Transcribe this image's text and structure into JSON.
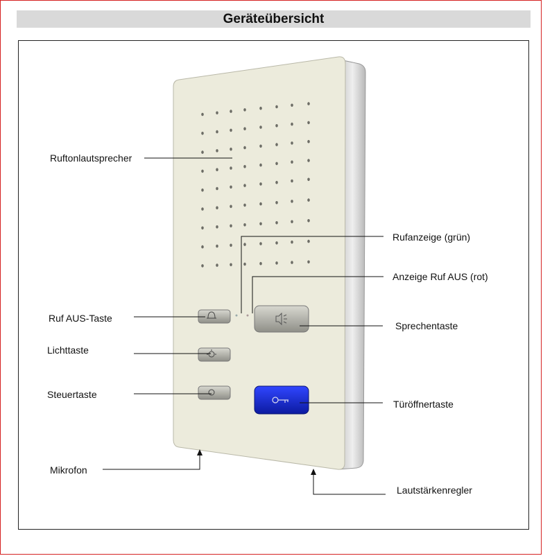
{
  "title": "Geräteübersicht",
  "labels": {
    "ruftonlautsprecher": "Ruftonlautsprecher",
    "rufanzeige": "Rufanzeige (grün)",
    "anzeige_ruf_aus": "Anzeige Ruf AUS (rot)",
    "ruf_aus_taste": "Ruf AUS-Taste",
    "sprechentaste": "Sprechentaste",
    "lichttaste": "Lichttaste",
    "steuertaste": "Steuertaste",
    "tueroeffnertaste": "Türöffnertaste",
    "mikrofon": "Mikrofon",
    "lautstaerkenregler": "Lautstärkenregler"
  },
  "colors": {
    "frame": "#d42020",
    "title_bar": "#d9d9d9",
    "device_face": "#ecebdc",
    "device_side": "#d6d6d6",
    "door_button": "#1a2fd6"
  },
  "icons": {
    "ruf_aus": "bell-icon",
    "licht": "lightbulb-icon",
    "steuer": "circle-icon",
    "sprechen": "speaker-icon",
    "tueroeffner": "key-icon"
  }
}
